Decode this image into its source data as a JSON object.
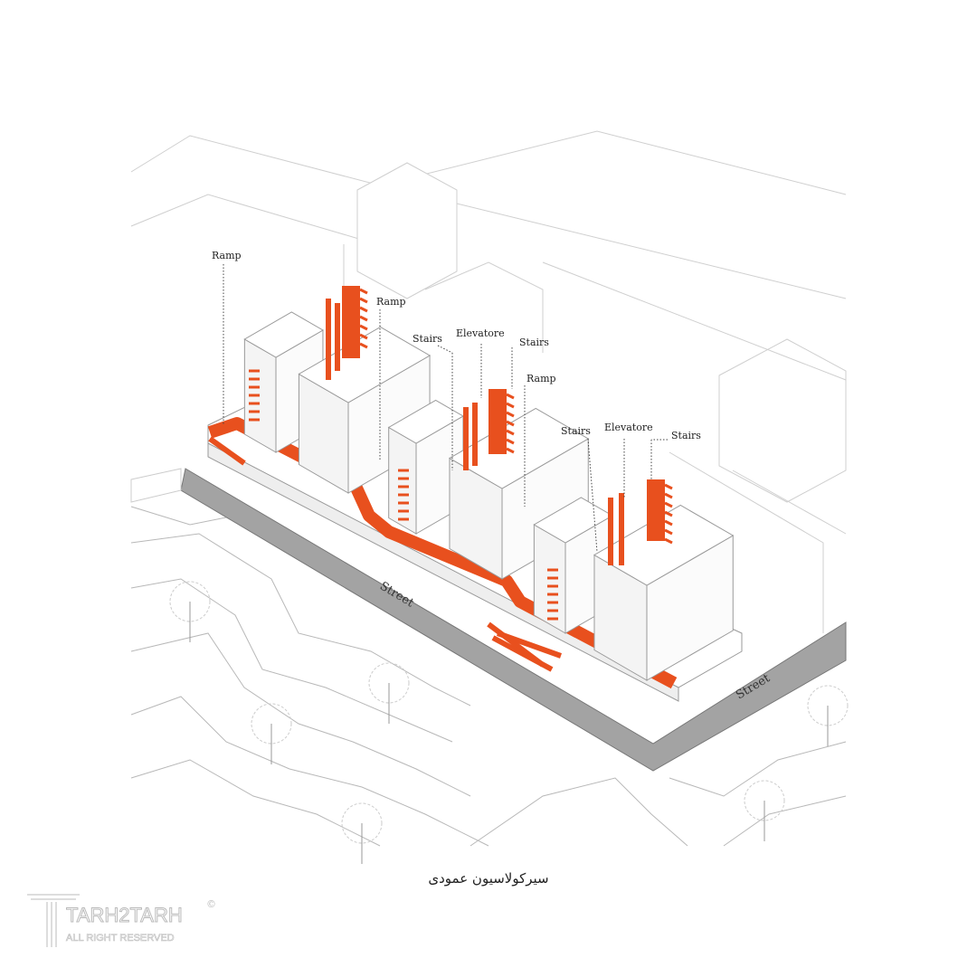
{
  "labels": {
    "ramp_1": "Ramp",
    "ramp_2": "Ramp",
    "stairs_1": "Stairs",
    "elevator_1": "Elevatore",
    "stairs_2": "Stairs",
    "ramp_3": "Ramp",
    "stairs_3": "Stairs",
    "elevator_2": "Elevatore",
    "stairs_4": "Stairs"
  },
  "streets": {
    "main": "Street",
    "side": "Street"
  },
  "caption": "سیرکولاسیون عمودی",
  "logo": {
    "name": "TARH2TARH",
    "subtitle": "ALL RIGHT RESERVED",
    "mark": "©"
  },
  "colors": {
    "circulation": "#e8501e",
    "street": "#a3a3a3",
    "outline": "#9a9a9a"
  }
}
